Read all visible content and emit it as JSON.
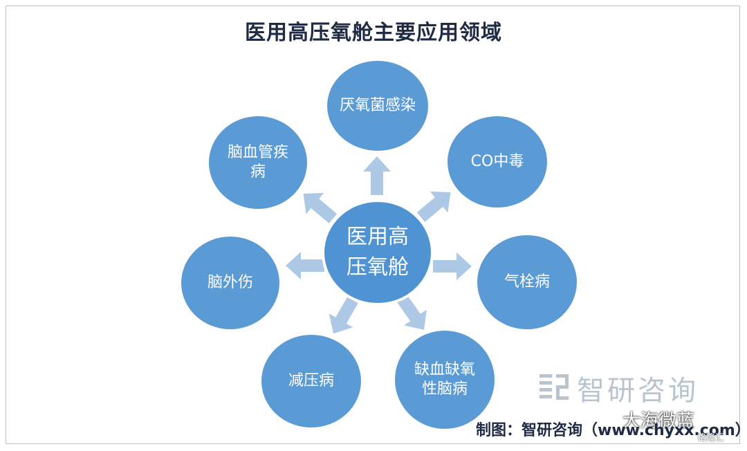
{
  "title": "医用高压氧舱主要应用领域",
  "center": {
    "line1": "医用高",
    "line2": "压氧舱"
  },
  "nodes": {
    "anaerobic": "厌氧菌感染",
    "co": "CO中毒",
    "embolism": "气栓病",
    "ischemic": "缺血缺氧性脑病",
    "decompression": "减压病",
    "brain_injury": "脑外伤",
    "cerebrovascular": "脑血管疾病"
  },
  "logo_text": "智研咨询",
  "watermark": "大海微蓝",
  "credit": "制图：智研咨询（www.chyxx.com）",
  "corner_mark": "格隆汇",
  "colors": {
    "node": "#5b9bd5",
    "arrow": "#aec9e6",
    "title": "#1f2a44"
  }
}
